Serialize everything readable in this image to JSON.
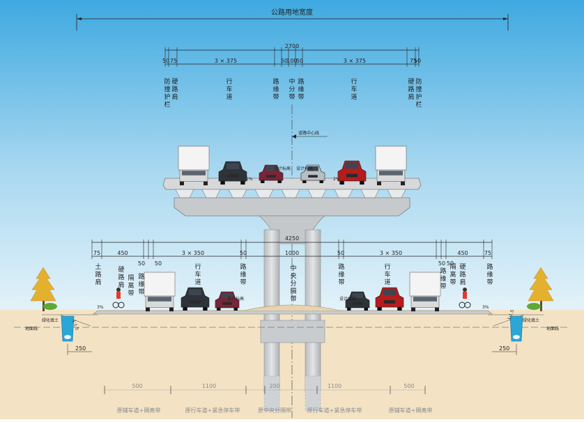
{
  "title": "公路用地宽度",
  "upper": {
    "total": "2700",
    "dims": [
      "50",
      "75",
      "3 × 375",
      "50",
      "100",
      "50",
      "3 × 375",
      "75",
      "50"
    ],
    "labels": [
      "防撞护栏",
      "硬路肩",
      "行车道",
      "路缘带",
      "中分带",
      "路缘带",
      "行车道",
      "硬路肩",
      "防撞护栏"
    ],
    "centerline": "道路中心线",
    "design_elev_left": "设计标高",
    "design_elev_right": "设计标高",
    "slope_left": "2%",
    "slope_right": "2%"
  },
  "lower": {
    "total": "4250",
    "dims": [
      "75",
      "450",
      "50",
      "50",
      "3 × 350",
      "50",
      "1000",
      "50",
      "3 × 350",
      "50",
      "50",
      "450",
      "75"
    ],
    "labels": [
      "土路肩",
      "硬路肩",
      "隔离带",
      "路缘带",
      "行车道",
      "路缘带",
      "中央分隔带",
      "路缘带",
      "行车道",
      "路缘带",
      "隔离带",
      "硬路肩",
      "路缘带"
    ],
    "design_elev_left": "设计标高",
    "design_elev_right": "设计标高",
    "slope_left": "3%",
    "slope_right": "3%",
    "side_slope_left": "1:1.5",
    "side_slope_right": "1:1.5",
    "fill_left": "绿化填土",
    "fill_right": "绿化填土",
    "ground_left": "地面线",
    "ground_right": "地面线",
    "ditch_left": "250",
    "ditch_right": "250"
  },
  "existing": {
    "dims": [
      "500",
      "1100",
      "200",
      "1100",
      "500"
    ],
    "labels": [
      "原辅车道+隔离带",
      "原行车道+紧急停车带",
      "原中央分隔带",
      "原行车道+紧急停车带",
      "原辅车道+隔离带"
    ]
  },
  "colors": {
    "sky_top": "#3aa8e0",
    "sky_bottom": "#d9eef8",
    "ground": "#f3e2c2",
    "concrete": "#cfd2d4",
    "ditch": "#2aa6d8"
  }
}
